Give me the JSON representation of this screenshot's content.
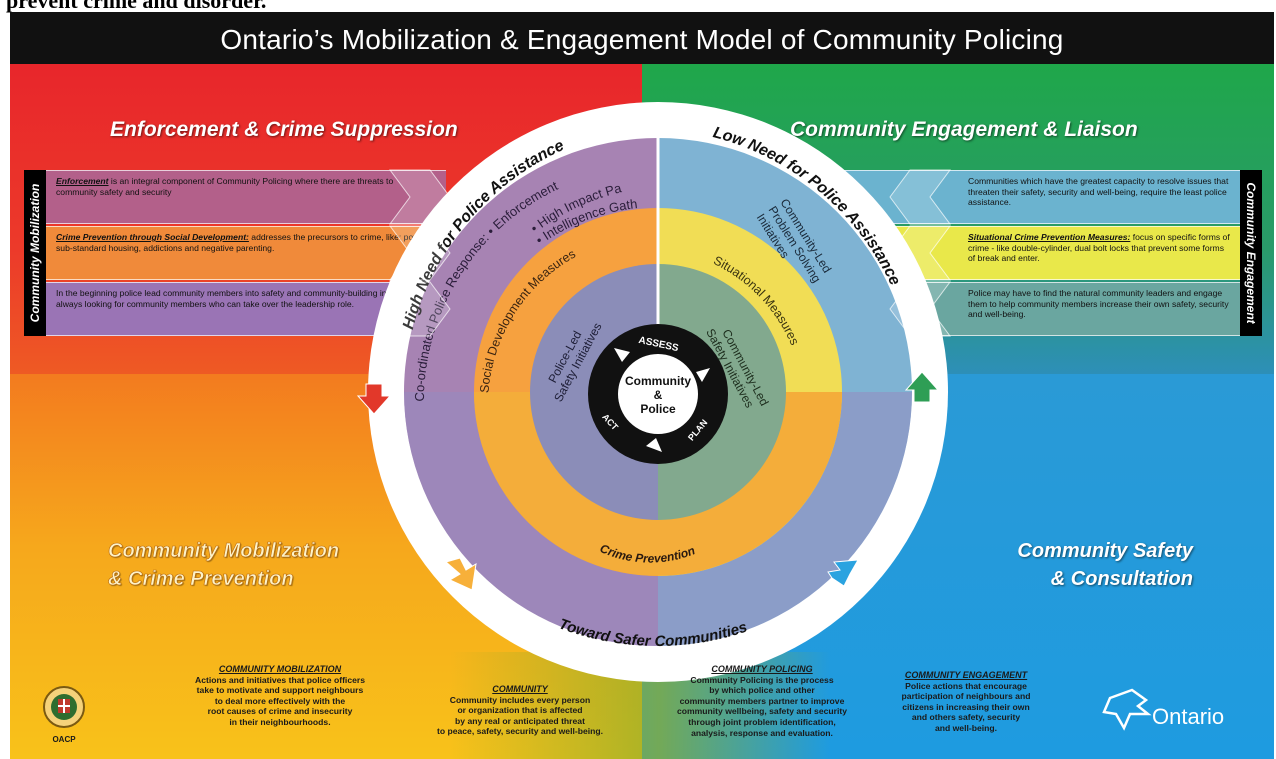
{
  "page_topline": "prevent crime and disorder.",
  "title": "Ontario’s Mobilization & Engagement Model of Community Policing",
  "quadrants": {
    "top_left": "Enforcement & Crime Suppression",
    "top_right": "Community Engagement & Liaison",
    "bottom_left_line1": "Community Mobilization",
    "bottom_left_line2": "& Crime Prevention",
    "bottom_right_line1": "Community Safety",
    "bottom_right_line2": "& Consultation"
  },
  "side_labels": {
    "left": "Community Mobilization",
    "right": "Community Engagement"
  },
  "left_rows": [
    {
      "lead": "Enforcement",
      "text": " is an integral component of Community Policing where there are threats to community safety and security",
      "color": "#b3608a"
    },
    {
      "lead": "Crime Prevention through Social Development:",
      "text": " addresses the precursors to crime, like: poverty, sub-standard housing, addictions and negative parenting.",
      "color": "#f08a3a"
    },
    {
      "lead": "",
      "text": "In the beginning police lead community members into safety and community-building initiatives - always looking for community members who can take over the leadership role.",
      "color": "#9a74b5"
    }
  ],
  "right_rows": [
    {
      "lead": "",
      "text": "Communities which have the greatest capacity to resolve issues that threaten their safety, security and well-being, require the least police assistance.",
      "color": "#6bb3cf"
    },
    {
      "lead": "Situational Crime Prevention Measures:",
      "text": " focus on specific forms of crime - like double-cylinder, dual bolt locks that prevent some forms of break and enter.",
      "color": "#e9e84a"
    },
    {
      "lead": "",
      "text": "Police may have to find the natural community leaders and engage them to help community members increase their own safety, security and well-being.",
      "color": "#6aa6a0"
    }
  ],
  "outer_ring": {
    "left": "High Need for Police Assistance",
    "right": "Low Need for Police Assistance",
    "bottom": "Toward Safer Communities"
  },
  "purple_ring": {
    "response_line1": "Co-ordinated Police Response: • Enforcement",
    "response_line2": "• High Impact Patrol",
    "response_line3": "• Intelligence Gathering",
    "right_line1": "Community-Led",
    "right_line2": "Problem Solving",
    "right_line3": "Initiatives"
  },
  "orange_ring": {
    "left": "Social Development Measures",
    "right": "Situational Measures",
    "bottom": "Crime Prevention"
  },
  "inner_ring": {
    "left_line1": "Police-Led",
    "left_line2": "Safety Initiatives",
    "right_line1": "Community-Led",
    "right_line2": "Safety Initiatives"
  },
  "hub": {
    "line1": "Community",
    "line2": "&",
    "line3": "Police",
    "assess": "ASSESS",
    "plan": "PLAN",
    "act": "ACT"
  },
  "definitions": {
    "mobilization": {
      "title": "COMMUNITY MOBILIZATION",
      "lines": [
        "Actions and initiatives that police officers",
        "take to motivate and support neighbours",
        "to deal more effectively with the",
        "root causes of crime and insecurity",
        "in their neighbourhoods."
      ]
    },
    "community": {
      "title": "COMMUNITY",
      "lines": [
        "Community includes every person",
        "or organization that is affected",
        "by any real or anticipated threat",
        "to peace, safety, security and well-being."
      ]
    },
    "policing": {
      "title": "COMMUNITY POLICING",
      "lines": [
        "Community Policing is the process",
        "by which police and other",
        "community members partner to improve",
        "community wellbeing, safety and security",
        "through joint problem identification,",
        "analysis, response and evaluation."
      ]
    },
    "engagement": {
      "title": "COMMUNITY ENGAGEMENT",
      "lines": [
        "Police actions that encourage",
        "participation of neighbours and",
        "citizens in increasing their own",
        "and others safety, security",
        "and well-being."
      ]
    }
  },
  "logos": {
    "oacp": "OACP",
    "ontario": "Ontario"
  },
  "colors": {
    "red": "#e8262b",
    "green": "#1fa74a",
    "yellow": "#f8c21a",
    "blue": "#1e9be0",
    "purple_ring": "#a085b8",
    "orange_ring": "#f7a645",
    "inner_ring": "#8a8fb5"
  }
}
